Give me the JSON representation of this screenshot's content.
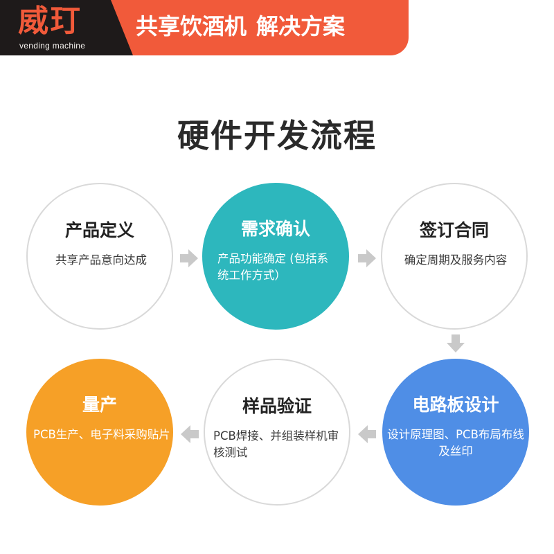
{
  "header": {
    "logo_text": "威玎",
    "logo_sub": "vending machine",
    "banner_part1": "共享饮酒机",
    "banner_part2": "解决方案",
    "brand_color": "#f15a3a"
  },
  "title": "硬件开发流程",
  "steps": [
    {
      "title": "产品定义",
      "desc": "共享产品意向达成",
      "style": "outline"
    },
    {
      "title": "需求确认",
      "desc": "产品功能确定 (包括系统工作方式）",
      "style": "teal",
      "color": "#2db7bd"
    },
    {
      "title": "签订合同",
      "desc": "确定周期及服务内容",
      "style": "outline"
    },
    {
      "title": "电路板设计",
      "desc": "设计原理图、PCB布局布线及丝印",
      "style": "blue",
      "color": "#4f8ee6"
    },
    {
      "title": "样品验证",
      "desc": "PCB焊接、并组装样机审核测试",
      "style": "outline"
    },
    {
      "title": "量产",
      "desc": "PCB生产、电子料采购贴片",
      "style": "orange",
      "color": "#f6a027"
    }
  ],
  "arrow_icon": "arrow-icon",
  "arrow_color": "#c9c9c9"
}
